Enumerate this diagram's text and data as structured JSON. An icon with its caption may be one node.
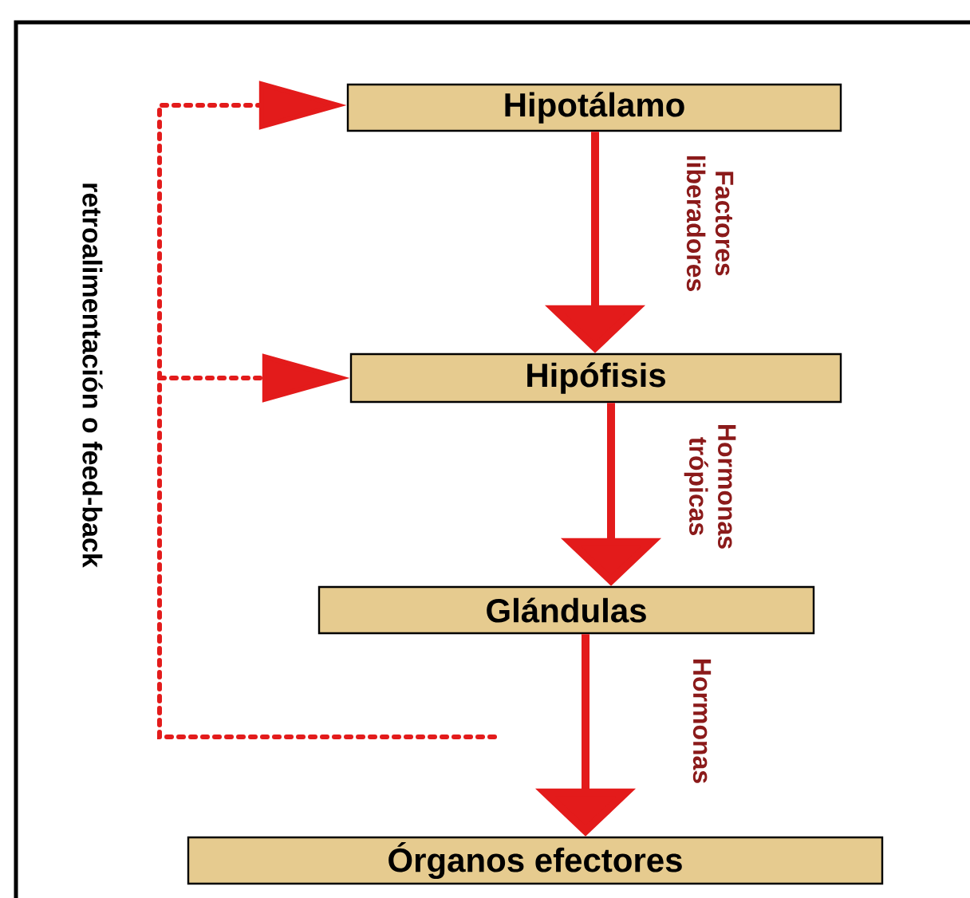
{
  "diagram": {
    "nodes": [
      {
        "text": [
          "Hipotálamo"
        ]
      },
      {
        "text": [
          "Hipófisis"
        ]
      },
      {
        "text": [
          "Glándulas"
        ]
      },
      {
        "text": [
          "Órganos efectores"
        ]
      }
    ],
    "edges": [
      {
        "from": 0,
        "to": 1,
        "arrow": "to",
        "label": "Factores liberadores"
      },
      {
        "from": 1,
        "to": 2,
        "arrow": "to",
        "label": "Hormonas trópicas"
      },
      {
        "from": 2,
        "to": 3,
        "arrow": "to",
        "label": "Hormonas"
      },
      {
        "from": null,
        "to": 0,
        "arrow": "to",
        "style": "dashed"
      },
      {
        "from": null,
        "to": 1,
        "arrow": "to",
        "style": "dashed"
      }
    ],
    "labels": [
      "retroalimentación o feed-back"
    ]
  }
}
